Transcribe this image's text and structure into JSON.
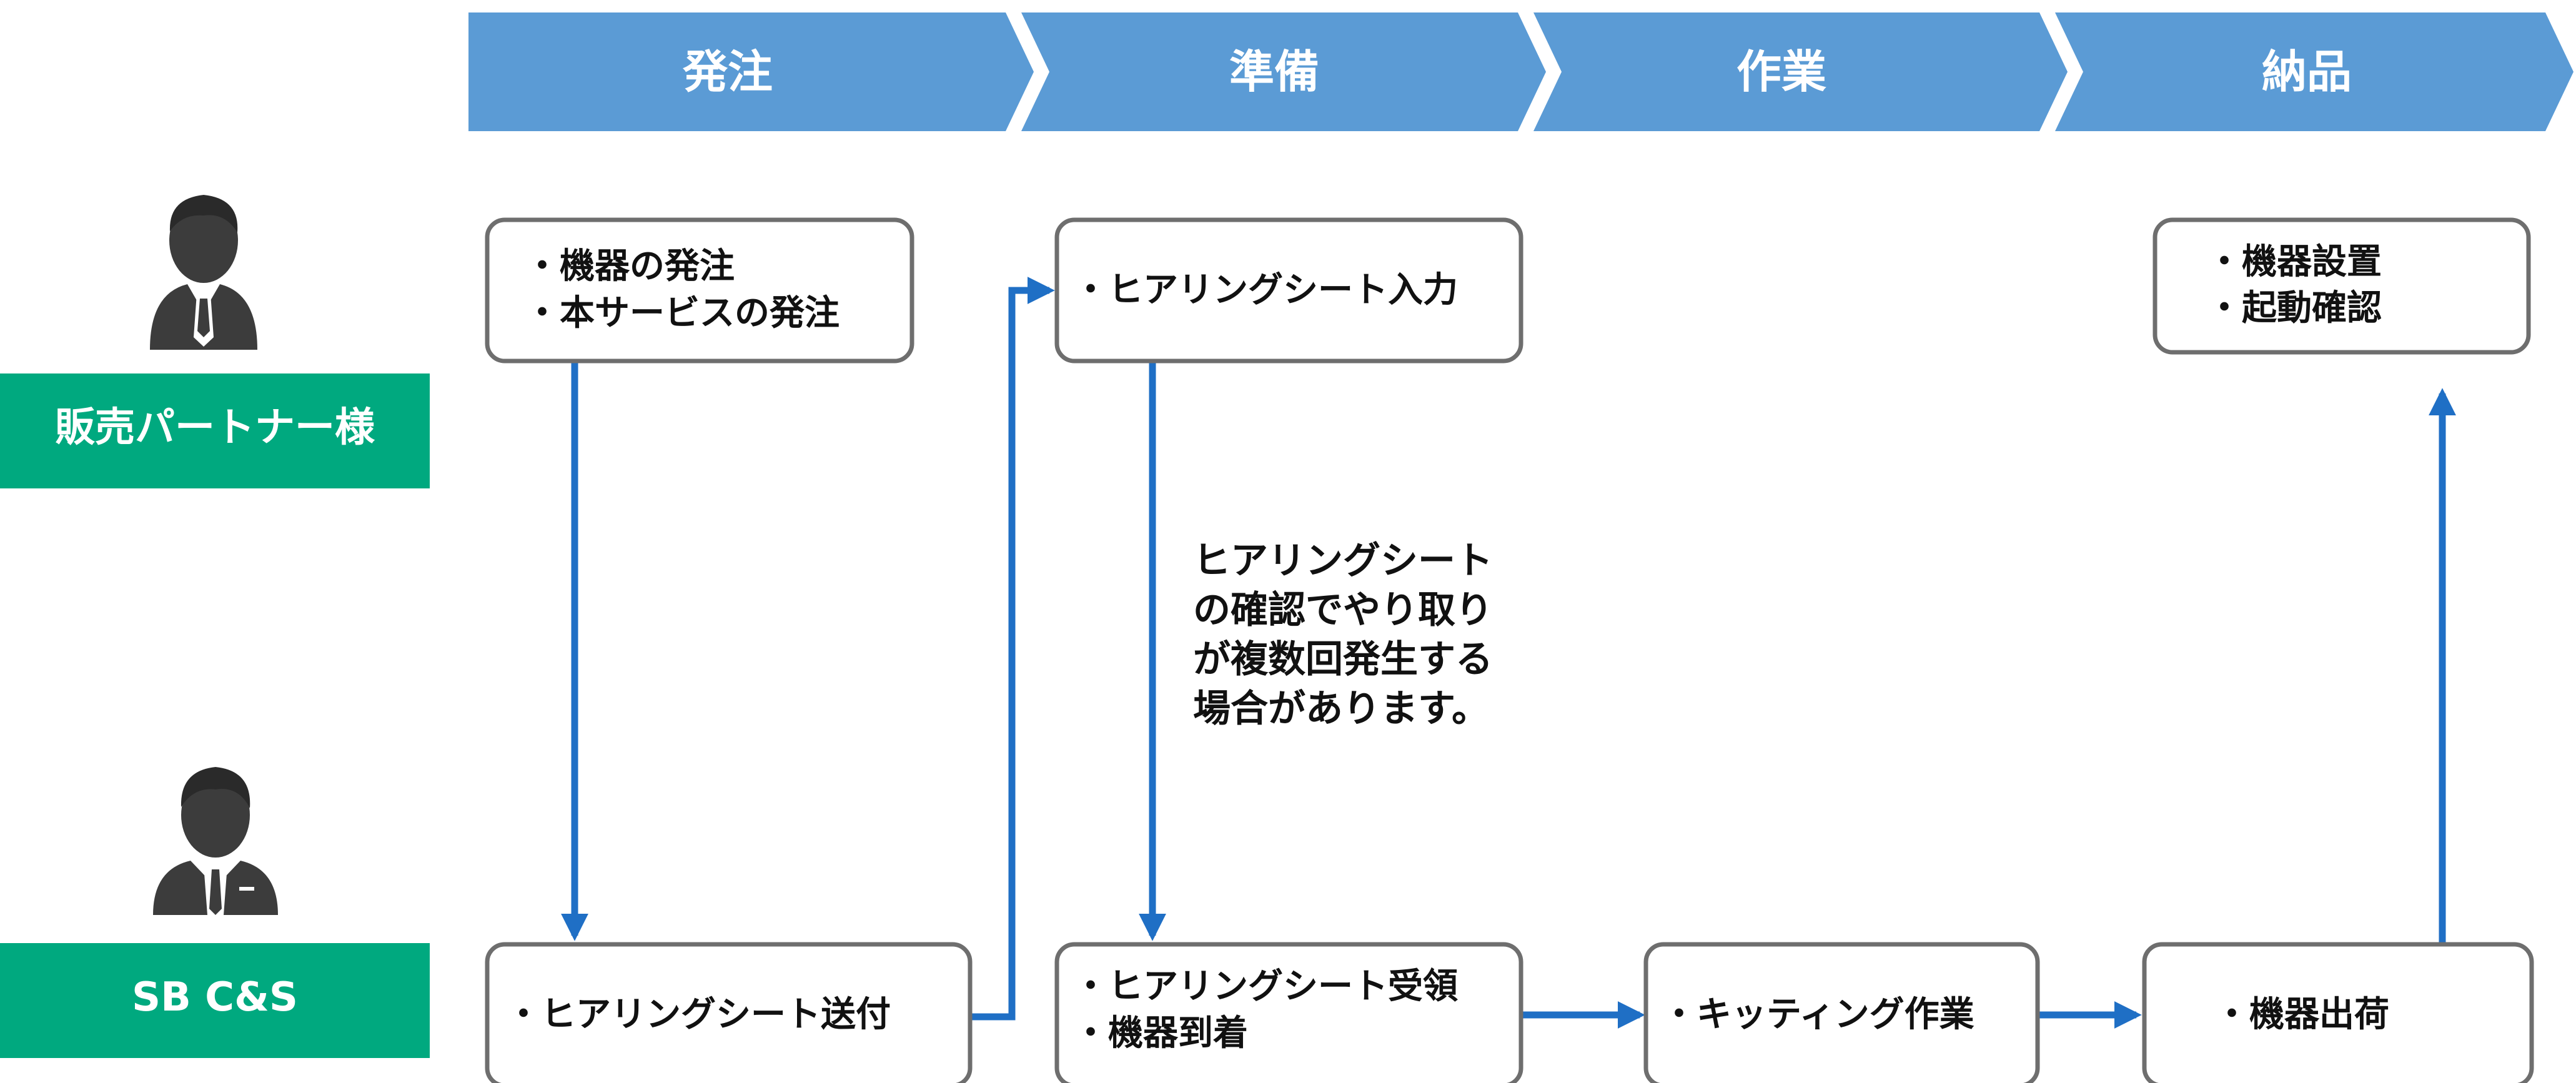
{
  "phases": [
    "発注",
    "準備",
    "作業",
    "納品"
  ],
  "roles": {
    "partner": "販売パートナー様",
    "sbcs": "SB C&S"
  },
  "boxes": {
    "order": [
      "・機器の発注",
      "・本サービスの発注"
    ],
    "hearing_input": [
      "・ヒアリングシート入力"
    ],
    "install": [
      "・機器設置",
      "・起動確認"
    ],
    "hearing_send": [
      "・ヒアリングシート送付"
    ],
    "hearing_receive": [
      "・ヒアリングシート受領",
      "・機器到着"
    ],
    "kitting": [
      "・キッティング作業"
    ],
    "shipping": [
      "・機器出荷"
    ]
  },
  "note": [
    "ヒアリングシート",
    "の確認でやり取り",
    "が複数回発生する",
    "場合があります。"
  ],
  "icons": {
    "partner": "business-person-icon",
    "sbcs": "business-person-suit-icon"
  },
  "colors": {
    "phase_fill": "#5b9bd5",
    "role_fill": "#00a97f",
    "arrow": "#1f6fc5",
    "box_stroke": "#6e6e6e"
  }
}
